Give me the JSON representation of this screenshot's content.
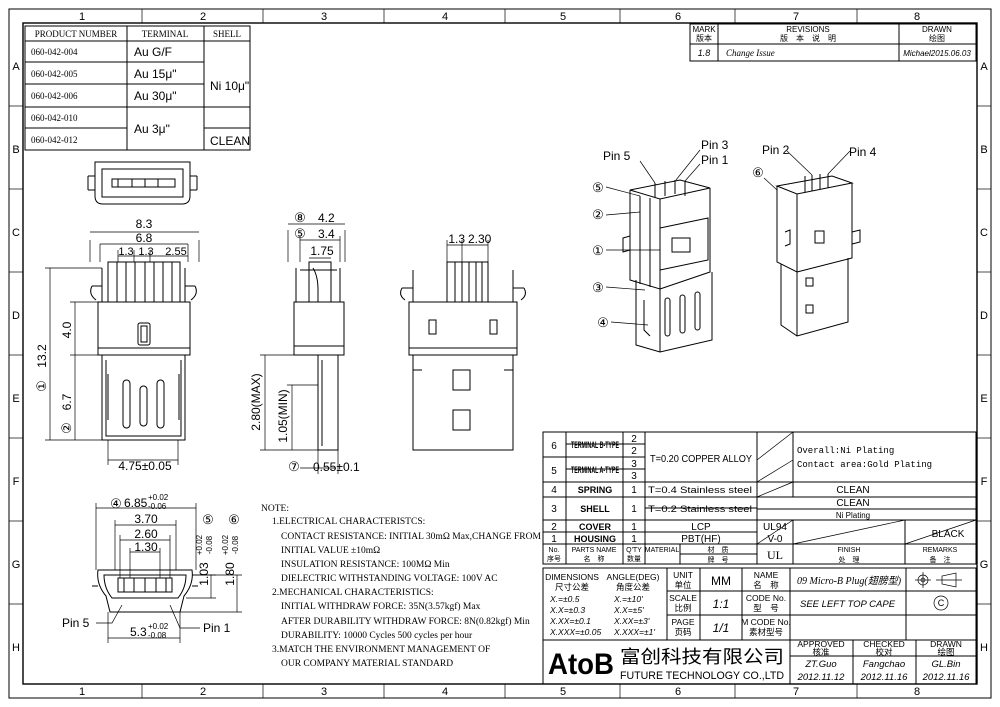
{
  "border": {
    "col_numbers": [
      "1",
      "2",
      "3",
      "4",
      "5",
      "6",
      "7",
      "8"
    ],
    "row_letters": [
      "A",
      "B",
      "C",
      "D",
      "E",
      "F",
      "G",
      "H"
    ]
  },
  "product_table": {
    "headers": {
      "product": "PRODUCT NUMBER",
      "terminal": "TERMINAL",
      "shell": "SHELL"
    },
    "rows": [
      {
        "product": "060-042-004",
        "terminal": "Au G/F"
      },
      {
        "product": "060-042-005",
        "terminal": "Au 15μ\""
      },
      {
        "product": "060-042-006",
        "terminal": "Au 30μ\""
      },
      {
        "product": "060-042-010",
        "terminal": ""
      },
      {
        "product": "060-042-012",
        "terminal": ""
      }
    ],
    "terminal_merged": "Au 3μ\"",
    "shell_merged_1": "Ni 10μ\"",
    "shell_merged_2": "CLEAN"
  },
  "revisions": {
    "mark_en": "MARK",
    "mark_cn": "版本",
    "rev_en": "REVISIONS",
    "rev_cn": "版　本　说　明",
    "drawn_en": "DRAWN",
    "drawn_cn": "绘图",
    "mark_value": "1.8",
    "rev_value": "Change Issue",
    "drawn_value": "Michael2015.06.03"
  },
  "dimensions": {
    "d8_3": "8.3",
    "d6_8": "6.8",
    "d1_3a": "1.3",
    "d1_3b": "1.3",
    "d2_55": "2.55",
    "d4_0": "4.0",
    "d13_2": "13.2",
    "d6_7": "6.7",
    "d4_75": "4.75±0.05",
    "d4_2": "4.2",
    "d3_4": "3.4",
    "d1_75": "1.75",
    "d2_80": "2.80(MAX)",
    "d1_05": "1.05(MIN)",
    "d0_55": "0.55±0.1",
    "d1_3c": "1.3",
    "d2_30": "2.30",
    "d6_85": "6.85",
    "d6_85_tol_up": "+0.02",
    "d6_85_tol_dn": "-0.06",
    "d3_70": "3.70",
    "d2_60": "2.60",
    "d1_30": "1.30",
    "d1_03": "1.03",
    "d1_03_tol_up": "+0.02",
    "d1_03_tol_dn": "-0.08",
    "d1_80": "1.80",
    "d1_80_tol_up": "+0.02",
    "d1_80_tol_dn": "-0.08",
    "d5_3": "5.3",
    "d5_3_tol_up": "+0.02",
    "d5_3_tol_dn": "-0.08",
    "pin5": "Pin 5",
    "pin1": "Pin 1"
  },
  "balloons": {
    "b1": "①",
    "b2": "②",
    "b3": "③",
    "b4": "④",
    "b5": "⑤",
    "b6": "⑥",
    "b7": "⑦",
    "b8": "⑧"
  },
  "iso_labels": {
    "pin5": "Pin 5",
    "pin3": "Pin 3",
    "pin1": "Pin 1",
    "pin2": "Pin 2",
    "pin4": "Pin 4"
  },
  "notes": {
    "title": "NOTE:",
    "lines": [
      "1.ELECTRICAL CHARACTERISTCS:",
      "CONTACT RESISTANCE: INITIAL 30mΩ Max,CHANGE FROM",
      "INITIAL VALUE  ±10mΩ",
      "INSULATION RESISTANCE: 100MΩ Min",
      "DIELECTRIC WITHSTANDING VOLTAGE: 100V AC",
      "2.MECHANICAL CHARACTERISTICS:",
      "INITIAL WITHDRAW FORCE: 35N(3.57kgf) Max",
      "AFTER DURABILITY WITHDRAW FORCE: 8N(0.82kgf) Min",
      "DURABILITY: 10000 Cycles 500 cycles per hour",
      "3.MATCH THE ENVIRONMENT MANAGEMENT OF",
      "OUR COMPANY MATERIAL STANDARD"
    ]
  },
  "bom": {
    "rows": [
      {
        "no": "6",
        "name": "TERMINAL B-TYPE",
        "qty": "2",
        "material": "",
        "finish": ""
      },
      {
        "no": "5",
        "name": "TERMINAL A-TYPE",
        "qty": "3",
        "material": "",
        "finish": ""
      },
      {
        "no": "4",
        "name": "SPRING",
        "qty": "1",
        "material": "T=0.4 Stainless steel",
        "finish": "CLEAN"
      },
      {
        "no": "3",
        "name": "SHELL",
        "qty": "1",
        "material": "T=0.2 Stainless steel",
        "finish": "CLEAN"
      },
      {
        "no": "2",
        "name": "COVER",
        "qty": "1",
        "material": "LCP",
        "finish": "Ni Plating"
      },
      {
        "no": "1",
        "name": "HOUSING",
        "qty": "1",
        "material": "PBT(HF)",
        "finish": ""
      }
    ],
    "t2_qty": "2",
    "t3_qty": "3",
    "copper_material": "T=0.20 COPPER ALLOY",
    "overall_finish": "Overall:Ni Plating",
    "contact_finish": "Contact area:Gold Plating",
    "ul94": "UL94",
    "v0": "V-0",
    "ul": "UL",
    "black": "BLACK",
    "header": {
      "no_en": "No.",
      "no_cn": "序号",
      "parts_en": "PARTS NAME",
      "parts_cn": "名　称",
      "qty_en": "Q'TY",
      "qty_cn": "数量",
      "material_en": "MATERIAL",
      "material_cn": "材　质",
      "finish_en": "FINISH",
      "finish_cn": "处　理",
      "remarks_en": "REMARKS",
      "remarks_cn": "备　注",
      "brand_cn": "牌　号"
    }
  },
  "title_block": {
    "dimensions_en": "DIMENSIONS",
    "dimensions_cn": "尺寸公差",
    "angle_en": "ANGLE(DEG)",
    "angle_cn": "角度公差",
    "tol": [
      "X.=±0.5",
      "X.X=±0.3",
      "X.XX=±0.1",
      "X.XXX=±0.05"
    ],
    "ang": [
      "X.=±10'",
      "X.X=±5'",
      "X.XX=±3'",
      "X.XXX=±1'"
    ],
    "unit_en": "UNIT",
    "unit_cn": "单位",
    "unit_value": "MM",
    "scale_en": "SCALE",
    "scale_cn": "比例",
    "scale_value": "1:1",
    "page_en": "PAGE",
    "page_cn": "页码",
    "page_value": "1/1",
    "name_en": "NAME",
    "name_cn": "名　称",
    "name_value": "09 Micro-B Plug(翅膀型)",
    "code_en": "CODE No.",
    "code_cn": "型　号",
    "code_value": "SEE LEFT TOP CAPE",
    "mcode_en": "M CODE No.",
    "mcode_cn": "素材型号",
    "copyright": "C",
    "logo": "AtoB",
    "company_cn": "富创科技有限公司",
    "company_en": "FUTURE TECHNOLOGY CO.,LTD",
    "approved_en": "APPROVED",
    "approved_cn": "核准",
    "checked_en": "CHECKED",
    "checked_cn": "校对",
    "drawn_en": "DRAWN",
    "drawn_cn": "绘图",
    "approved_name": "ZT.Guo",
    "approved_date": "2012.11.12",
    "checked_name": "Fangchao",
    "checked_date": "2012.11.16",
    "drawn_name": "GL.Bin",
    "drawn_date": "2012.11.16"
  }
}
